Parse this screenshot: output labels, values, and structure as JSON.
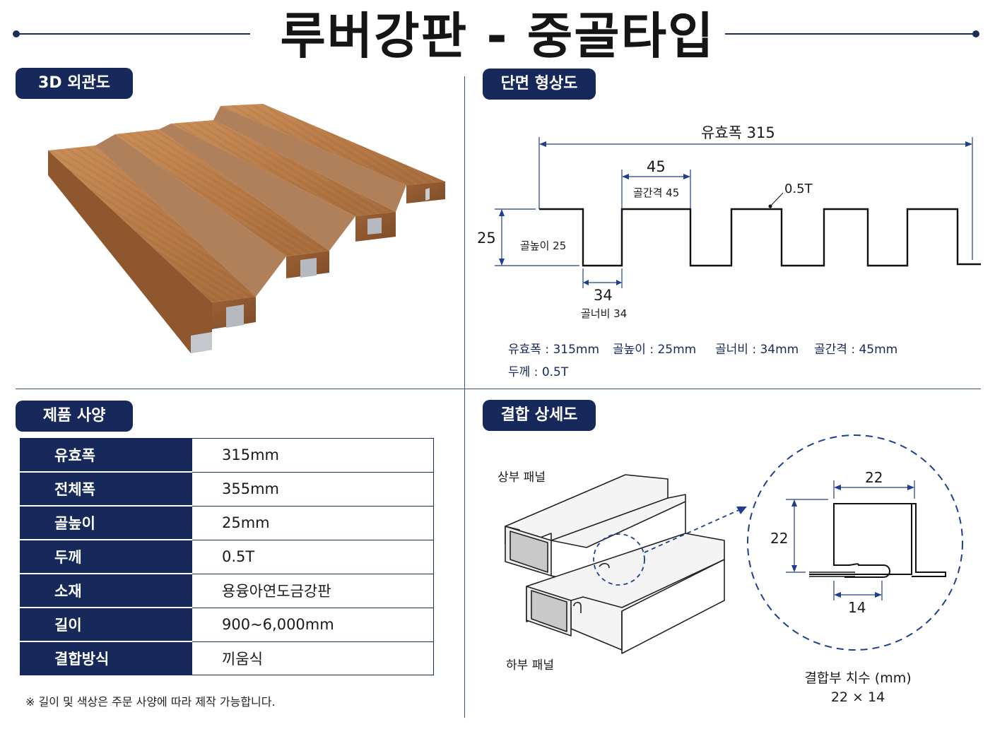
{
  "title": "루버강판 - 중골타입",
  "sections": {
    "view3d": "3D 외관도",
    "profile": "단면 형상도",
    "spec": "제품 사양",
    "joint": "결합 상세도"
  },
  "profile": {
    "total_width": "유효폭 315",
    "pitch": "45",
    "pitch_label": "골간격 45",
    "thickness": "0.5T",
    "height": "25",
    "height_label": "골높이 25",
    "bottom": "34",
    "bottom_label": "골너비 34",
    "summary_width": "유효폭 : 315mm",
    "summary_height": "골높이 : 25mm",
    "summary_bottom": "골너비 : 34mm",
    "summary_pitch": "골간격 : 45mm",
    "summary_thickness": "두께 : 0.5T"
  },
  "spec": {
    "rows": [
      {
        "key": "유효폭",
        "value": "315mm"
      },
      {
        "key": "전체폭",
        "value": "355mm"
      },
      {
        "key": "골높이",
        "value": "25mm"
      },
      {
        "key": "두께",
        "value": "0.5T"
      },
      {
        "key": "소재",
        "value": "용융아연도금강판"
      },
      {
        "key": "길이",
        "value": "900~6,000mm"
      },
      {
        "key": "결합방식",
        "value": "끼움식"
      }
    ],
    "note": "※ 길이 및 색상은 주문 사양에 따라 제작 가능합니다."
  },
  "joint": {
    "upper": "상부 패널",
    "lower": "하부 패널",
    "dim_top": "22",
    "dim_left": "22",
    "dim_bottom": "14",
    "caption": "결합부 치수 (mm)",
    "caption_value": "22 × 14"
  },
  "colors": {
    "navy": "#17295a",
    "wood": "#b87a4a"
  }
}
